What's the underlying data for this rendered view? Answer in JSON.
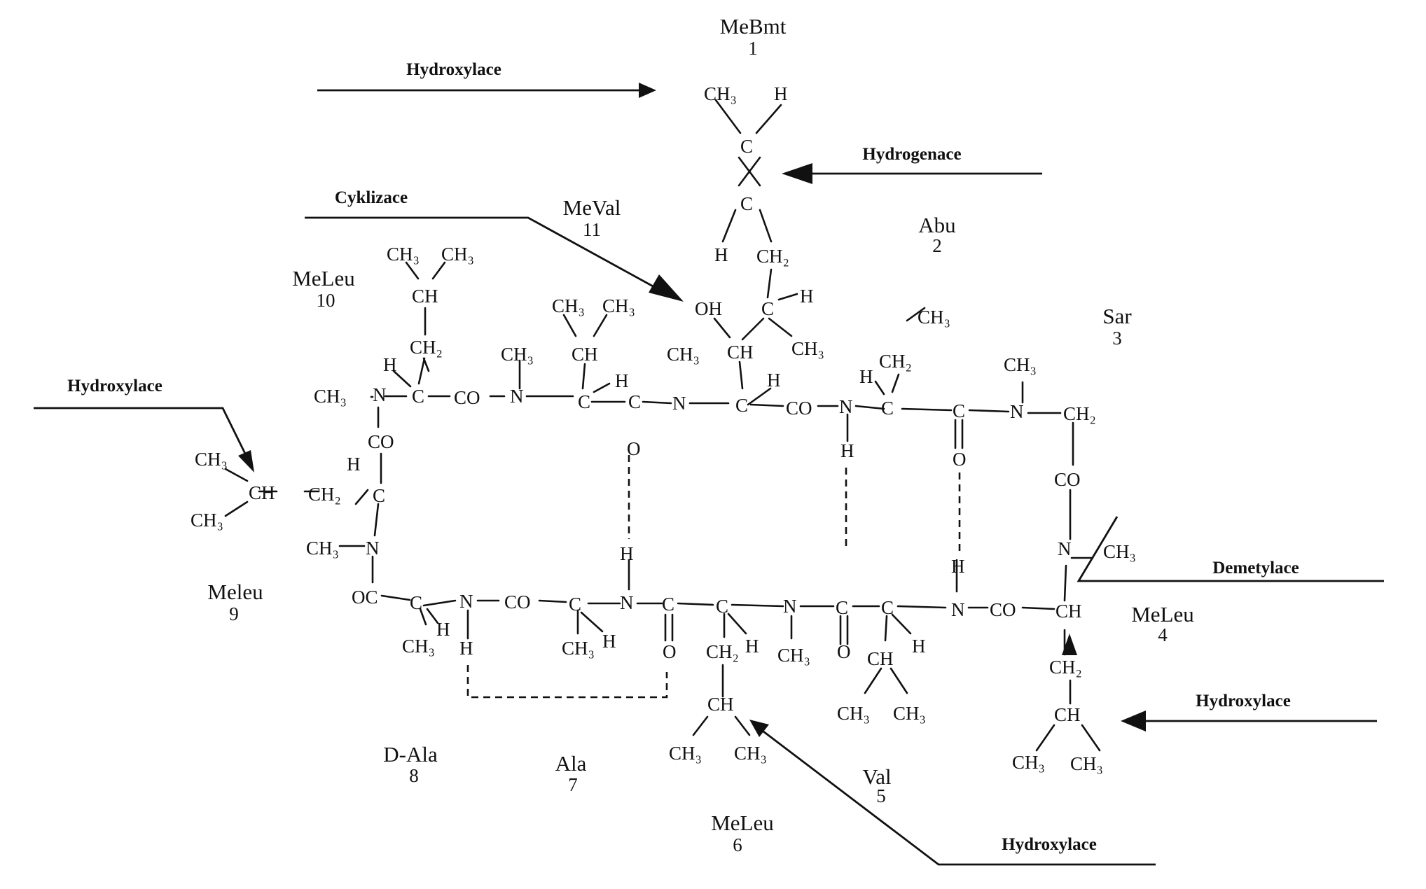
{
  "residues": [
    {
      "name": "MeBmt",
      "number": "1"
    },
    {
      "name": "Abu",
      "number": "2"
    },
    {
      "name": "Sar",
      "number": "3"
    },
    {
      "name": "MeLeu",
      "number": "4"
    },
    {
      "name": "Val",
      "number": "5"
    },
    {
      "name": "MeLeu",
      "number": "6"
    },
    {
      "name": "Ala",
      "number": "7"
    },
    {
      "name": "D-Ala",
      "number": "8"
    },
    {
      "name": "Meleu",
      "number": "9"
    },
    {
      "name": "MeLeu",
      "number": "10"
    },
    {
      "name": "MeVal",
      "number": "11"
    }
  ],
  "reactions": {
    "hydroxylation_top": "Hydroxylace",
    "hydrogenation": "Hydrogenace",
    "cyclization": "Cyklizace",
    "hydroxylation_left": "Hydroxylace",
    "demethylation": "Demetylace",
    "hydroxylation_right": "Hydroxylace",
    "hydroxylation_bottom": "Hydroxylace"
  },
  "atoms": {
    "ch3": "CH₃",
    "ch2": "CH₂",
    "ch": "CH",
    "h": "H",
    "c": "C",
    "n": "N",
    "o": "O",
    "co": "CO",
    "oc": "OC",
    "oh": "OH"
  },
  "colors": {
    "ink": "#111111",
    "paper": "#ffffff"
  }
}
